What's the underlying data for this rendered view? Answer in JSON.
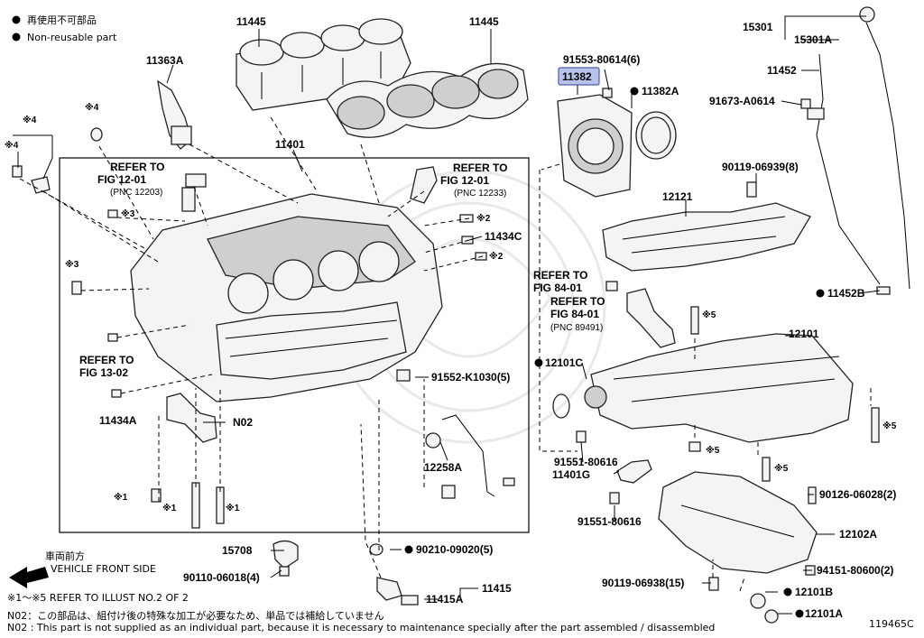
{
  "legend": {
    "reusable_jp": "再使用不可部品",
    "nonreusable_en": "Non-reusable part"
  },
  "parts": {
    "p11445a": "11445",
    "p11445b": "11445",
    "p11363A": "11363A",
    "p11401": "11401",
    "p91553": "91553-80614(6)",
    "p11382": "11382",
    "p11382A": "11382A",
    "p15301": "15301",
    "p15301A": "15301A",
    "p11452": "11452",
    "p91673": "91673-A0614",
    "p90119_939": "90119-06939(8)",
    "p12121": "12121",
    "p11434C": "11434C",
    "p11452B": "11452B",
    "p12101C": "12101C",
    "p12101": "12101",
    "p91552": "91552-K1030(5)",
    "p11434A": "11434A",
    "pN02": "N02",
    "p12258A": "12258A",
    "p91551a": "91551-80616",
    "p11401G": "11401G",
    "p91551b": "91551-80616",
    "p90126": "90126-06028(2)",
    "p12102A": "12102A",
    "p15708": "15708",
    "p90110": "90110-06018(4)",
    "p90210": "90210-09020(5)",
    "p94151": "94151-80600(2)",
    "p90119_938": "90119-06938(15)",
    "p12101B": "12101B",
    "p11415": "11415",
    "p11415A": "11415A",
    "p12101A": "12101A"
  },
  "refs": {
    "r1201_l1": "REFER TO",
    "r1201_l2": "FIG 12-01",
    "r1201_l3": "(PNC 12203)",
    "r1201b_l1": "REFER TO",
    "r1201b_l2": "FIG 12-01",
    "r1201b_l3": "(PNC 12233)",
    "r8401a_l1": "REFER TO",
    "r8401a_l2": "FIG 84-01",
    "r8401b_l1": "REFER TO",
    "r8401b_l2": "FIG 84-01",
    "r8401b_l3": "(PNC 89491)",
    "r1302_l1": "REFER TO",
    "r1302_l2": "FIG 13-02"
  },
  "marks": {
    "m4a": "※4",
    "m4b": "※4",
    "m4c": "※4",
    "m3a": "※3",
    "m3b": "※3",
    "m2a": "※2",
    "m2b": "※2",
    "m5a": "※5",
    "m5b": "※5",
    "m5c": "※5",
    "m5d": "※5",
    "m1a": "※1",
    "m1b": "※1",
    "m1c": "※1"
  },
  "front": {
    "jp": "車両前方",
    "en": "VEHICLE FRONT SIDE"
  },
  "footer": {
    "note1": "※1～※5 REFER TO ILLUST NO.2 OF 2",
    "note2": "N02：この部品は、組付け後の特殊な加工が必要なため、単品では補給していません",
    "note3": "N02 : This part is not supplied as an individual part, because it is necessary to maintenance specially after the part assembled / disassembled",
    "fig_id": "119465C"
  }
}
